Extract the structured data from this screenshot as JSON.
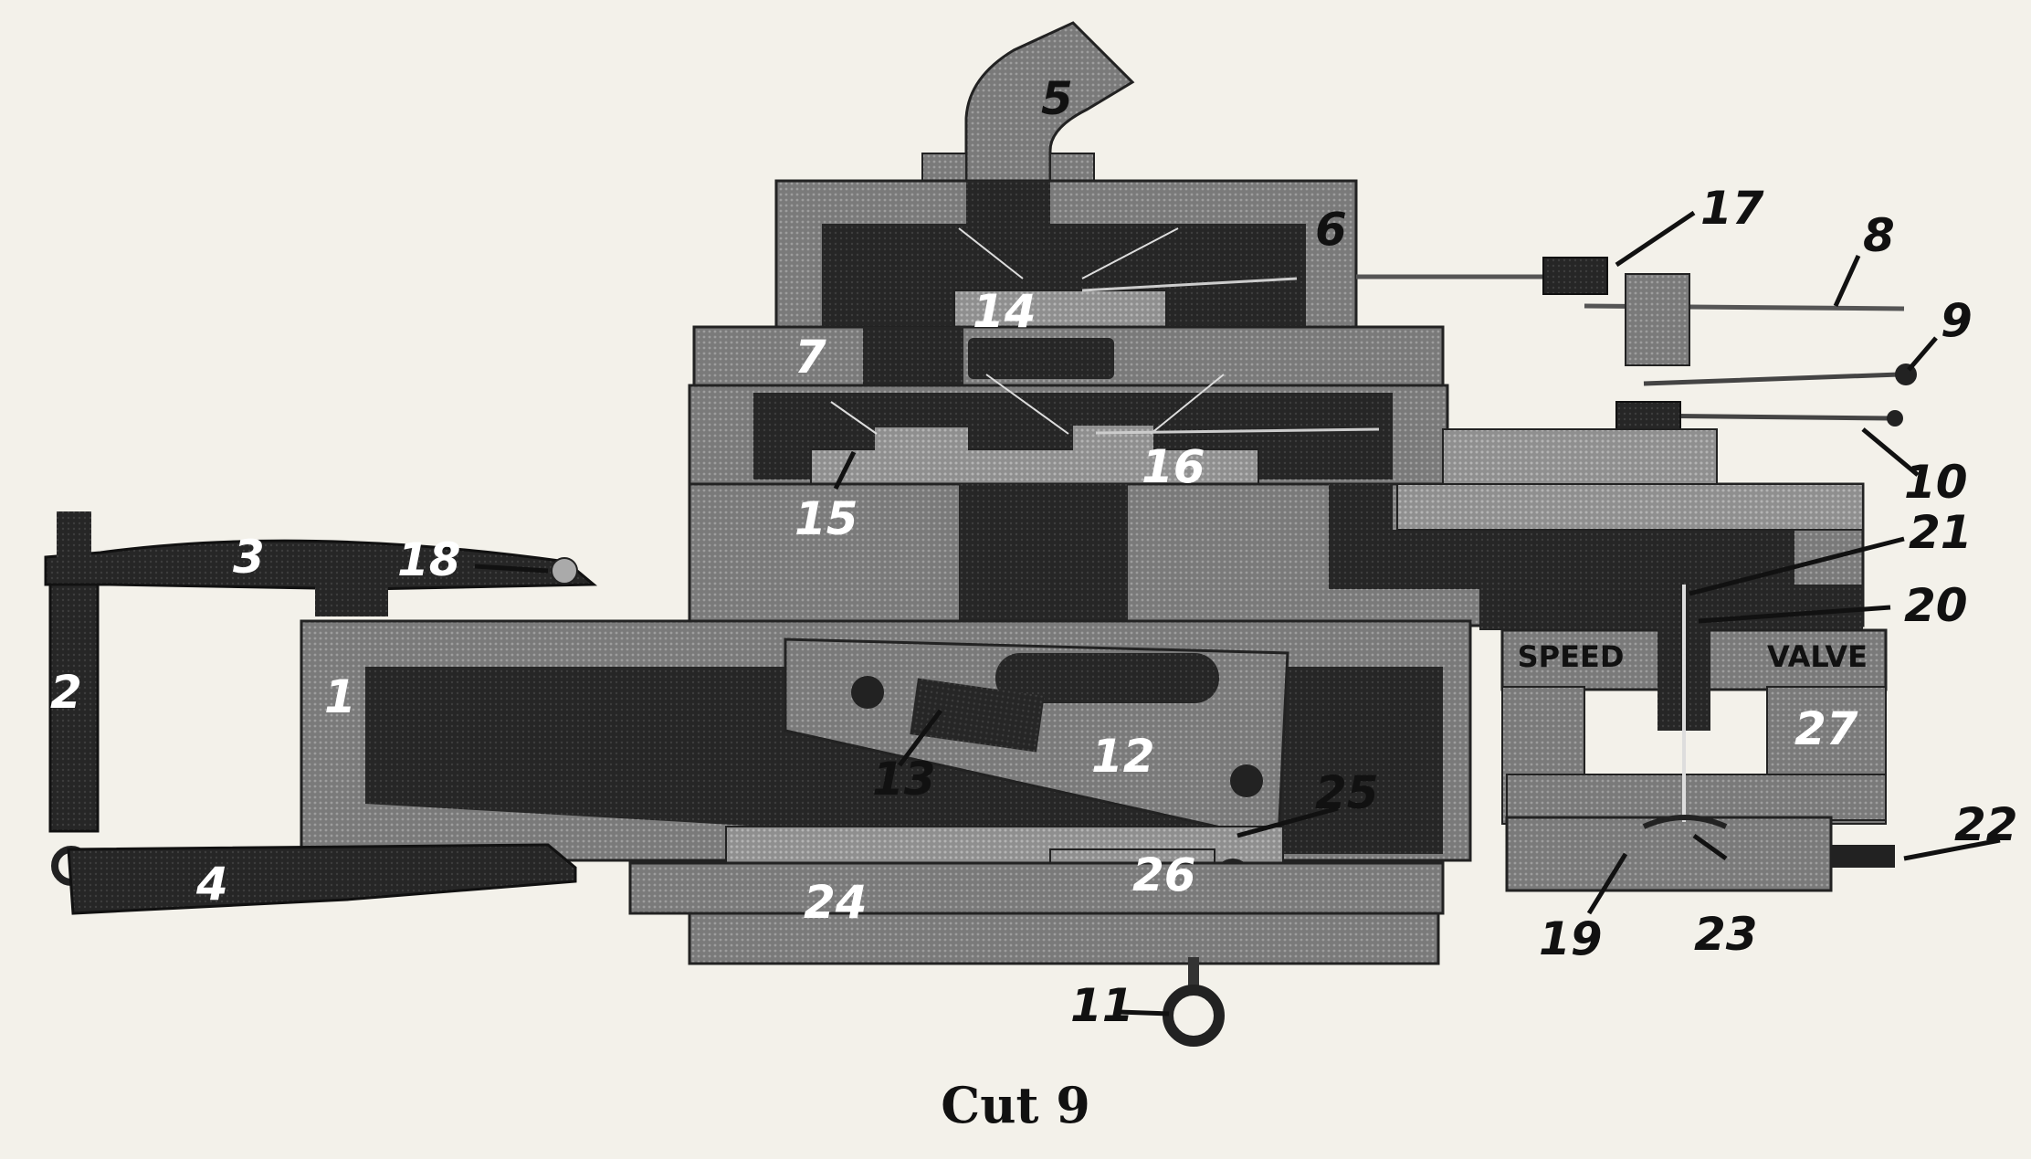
{
  "caption": "Cut 9",
  "plate_text": {
    "left": "SPEED",
    "right": "VALVE"
  },
  "part_labels": [
    "1",
    "2",
    "3",
    "4",
    "5",
    "6",
    "7",
    "8",
    "9",
    "10",
    "11",
    "12",
    "13",
    "14",
    "15",
    "16",
    "17",
    "18",
    "19",
    "20",
    "21",
    "22",
    "23",
    "24",
    "25",
    "26",
    "27"
  ],
  "colors": {
    "paper": "#f3f1ea",
    "halftone_dark": "#2b2b2b",
    "halftone_mid": "#6a6a6a",
    "halftone_light": "#8f8f8f",
    "ink": "#111111"
  }
}
